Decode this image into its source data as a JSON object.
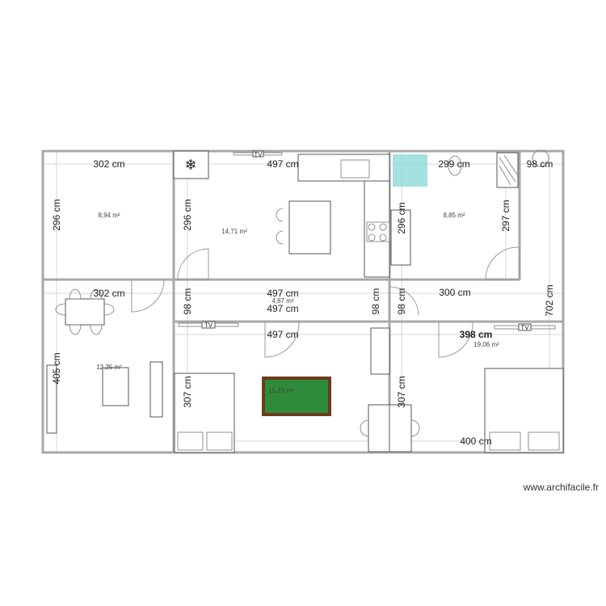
{
  "watermark": "www.archifacile.fr",
  "tv_label": "TV",
  "colors": {
    "wall": "#a8a8a8",
    "billiard_felt": "#2e8b3a",
    "billiard_frame": "#6b3b1c",
    "rug": "#8fdad6"
  },
  "rooms": [
    {
      "name_area": "8,94 m²",
      "width": "302 cm",
      "height": "296 cm"
    },
    {
      "name_area": "14,71 m²",
      "width": "497 cm",
      "height": "296 cm"
    },
    {
      "name_area": "8,85 m²",
      "width": "299 cm",
      "height": "297 cm",
      "inner": "296 cm"
    },
    {
      "name_area": "4,87 m²",
      "width_top": "497 cm",
      "width_bottom": "497 cm",
      "height_left": "98 cm",
      "height_right": "98 cm"
    },
    {
      "name_area": "12,25 m²",
      "width": "302 cm",
      "height": "405 cm"
    },
    {
      "name_area": "15,23 m²",
      "width": "497 cm",
      "height": "307 cm"
    },
    {
      "name_area": "19,06 m²",
      "width": "398 cm",
      "height": "307 cm",
      "bottom": "400 cm"
    }
  ],
  "dims": {
    "corridor_right_width": "98 cm",
    "corridor_right_height": "702 cm",
    "hall_right_width": "300 cm",
    "hall_mid_height": "98 cm"
  }
}
